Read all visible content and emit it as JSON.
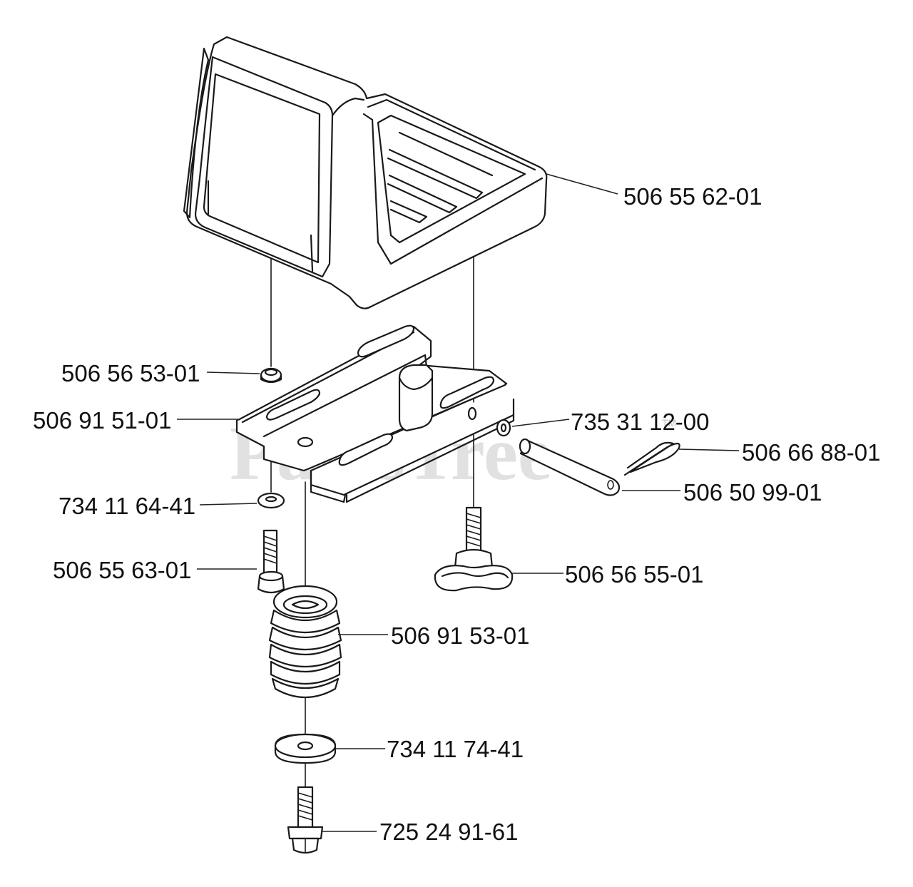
{
  "watermark": {
    "text": "PartsTree",
    "tm": "TM"
  },
  "parts": {
    "seat": "506 55 62-01",
    "spacer_top": "506 56 53-01",
    "bracket": "506 91 51-01",
    "washer_pin": "735 31 12-00",
    "hair_pin": "506 66 88-01",
    "pin": "506 50 99-01",
    "washer_small": "734 11 64-41",
    "bolt_small": "506 55 63-01",
    "knob": "506 56 55-01",
    "spring": "506 91 53-01",
    "washer_large": "734 11 74-41",
    "bolt_large": "725 24 91-61"
  }
}
